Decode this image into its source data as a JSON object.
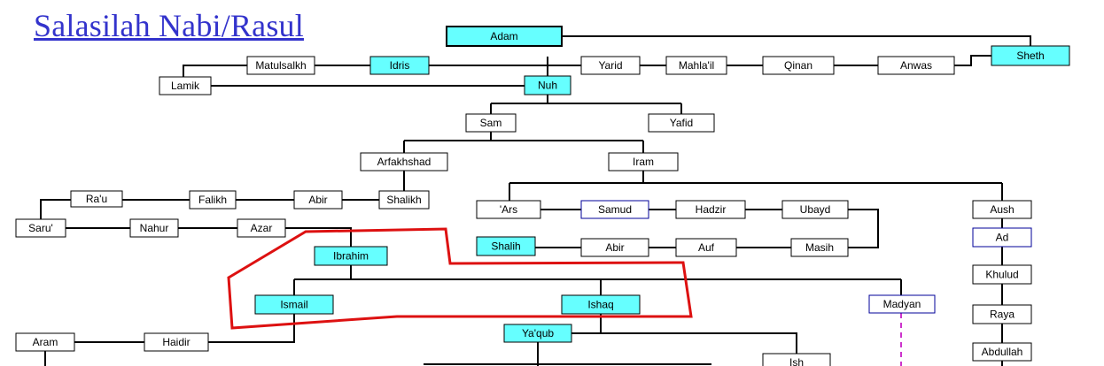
{
  "title": "Salasilah Nabi/Rasul",
  "colors": {
    "prophet_fill": "#66ffff",
    "box_fill": "#ffffff",
    "box_border": "#000000",
    "blue_border": "#000099",
    "line": "#000000",
    "highlight": "#dd1111",
    "dashed": "#cc33cc",
    "title": "#3333cc"
  },
  "people": [
    {
      "id": "adam",
      "label": "Adam",
      "prophet": true
    },
    {
      "id": "sheth",
      "label": "Sheth",
      "prophet": true
    },
    {
      "id": "anwas",
      "label": "Anwas"
    },
    {
      "id": "qinan",
      "label": "Qinan"
    },
    {
      "id": "mahlail",
      "label": "Mahla'il"
    },
    {
      "id": "yarid",
      "label": "Yarid"
    },
    {
      "id": "idris",
      "label": "Idris",
      "prophet": true
    },
    {
      "id": "matulsalkh",
      "label": "Matulsalkh"
    },
    {
      "id": "lamik",
      "label": "Lamik"
    },
    {
      "id": "nuh",
      "label": "Nuh",
      "prophet": true
    },
    {
      "id": "sam",
      "label": "Sam"
    },
    {
      "id": "yafid",
      "label": "Yafid"
    },
    {
      "id": "arfakhshad",
      "label": "Arfakhshad"
    },
    {
      "id": "iram",
      "label": "Iram"
    },
    {
      "id": "shalikh",
      "label": "Shalikh"
    },
    {
      "id": "abir1",
      "label": "Abir"
    },
    {
      "id": "falikh",
      "label": "Falikh"
    },
    {
      "id": "rau",
      "label": "Ra'u"
    },
    {
      "id": "saru",
      "label": "Saru'"
    },
    {
      "id": "nahur",
      "label": "Nahur"
    },
    {
      "id": "azar",
      "label": "Azar"
    },
    {
      "id": "ibrahim",
      "label": "Ibrahim",
      "prophet": true
    },
    {
      "id": "ismail",
      "label": "Ismail",
      "prophet": true
    },
    {
      "id": "ishaq",
      "label": "Ishaq",
      "prophet": true
    },
    {
      "id": "madyan",
      "label": "Madyan",
      "blue": true
    },
    {
      "id": "yaqub",
      "label": "Ya'qub",
      "prophet": true
    },
    {
      "id": "ish",
      "label": "Ish"
    },
    {
      "id": "haidir",
      "label": "Haidir"
    },
    {
      "id": "aram",
      "label": "Aram"
    },
    {
      "id": "ars",
      "label": "'Ars"
    },
    {
      "id": "samud",
      "label": "Samud",
      "blue": true
    },
    {
      "id": "hadzir",
      "label": "Hadzir"
    },
    {
      "id": "ubayd",
      "label": "Ubayd"
    },
    {
      "id": "shalih",
      "label": "Shalih",
      "prophet": true
    },
    {
      "id": "abir2",
      "label": "Abir"
    },
    {
      "id": "auf",
      "label": "Auf"
    },
    {
      "id": "masih",
      "label": "Masih"
    },
    {
      "id": "aush",
      "label": "Aush"
    },
    {
      "id": "ad",
      "label": "Ad",
      "blue": true
    },
    {
      "id": "khulud",
      "label": "Khulud"
    },
    {
      "id": "raya",
      "label": "Raya"
    },
    {
      "id": "abdullah",
      "label": "Abdullah"
    }
  ]
}
